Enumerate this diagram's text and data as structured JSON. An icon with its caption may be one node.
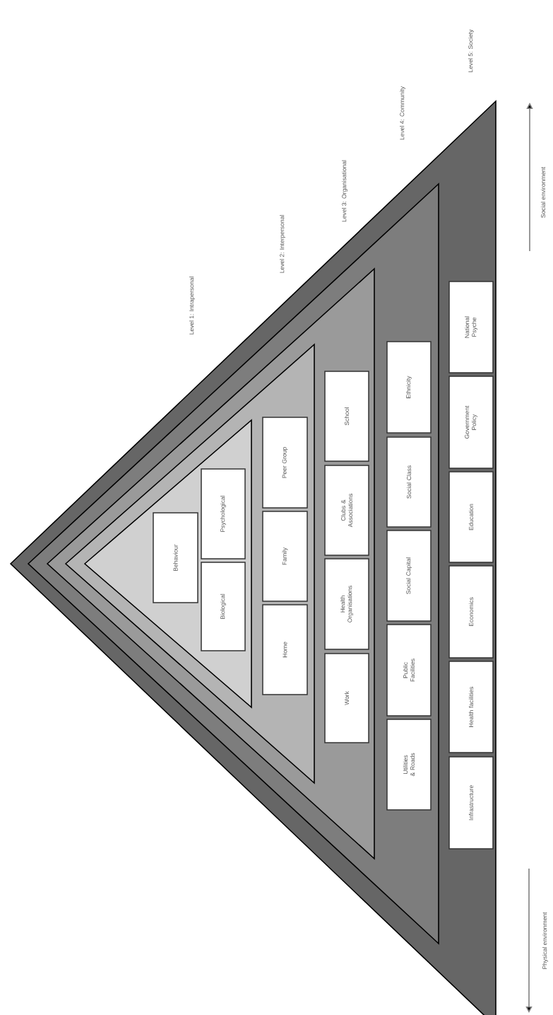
{
  "diagram": {
    "nodes": [
      {
        "text": [],
        "shape": "triangle"
      },
      {
        "text": [],
        "shape": "triangle",
        "in": 0
      },
      {
        "text": [],
        "shape": "triangle",
        "in": 1
      },
      {
        "text": [],
        "shape": "triangle",
        "in": 2
      },
      {
        "text": [],
        "shape": "triangle",
        "in": 3
      },
      {
        "text": [
          "Behaviour"
        ],
        "in": 4
      },
      {
        "text": [
          "Biological"
        ],
        "in": 4
      },
      {
        "text": [
          "Psychological"
        ],
        "in": 4
      },
      {
        "text": [
          "Home"
        ],
        "in": 3
      },
      {
        "text": [
          "Family"
        ],
        "in": 3
      },
      {
        "text": [
          "Peer Group"
        ],
        "in": 3
      },
      {
        "text": [
          "Work"
        ],
        "in": 2
      },
      {
        "text": [
          "Health Organisations"
        ],
        "in": 2
      },
      {
        "text": [
          "Clubs & Associations"
        ],
        "in": 2
      },
      {
        "text": [
          "School"
        ],
        "in": 2
      },
      {
        "text": [
          "Utilities & Roads"
        ],
        "in": 1
      },
      {
        "text": [
          "Public Facilities"
        ],
        "in": 1
      },
      {
        "text": [
          "Social Capital"
        ],
        "in": 1
      },
      {
        "text": [
          "Social Class"
        ],
        "in": 1
      },
      {
        "text": [
          "Ethnicity"
        ],
        "in": 1
      },
      {
        "text": [
          "Infrastructure"
        ],
        "in": 0
      },
      {
        "text": [
          "Health facilities"
        ],
        "in": 0
      },
      {
        "text": [
          "Economics"
        ],
        "in": 0
      },
      {
        "text": [
          "Education"
        ],
        "in": 0
      },
      {
        "text": [
          "Government Policy"
        ],
        "in": 0
      },
      {
        "text": [
          "National Psyche"
        ],
        "in": 0
      }
    ],
    "edges": [],
    "labels": [
      "Level 1: Intrapersonal",
      "Level 2: Interpersonal",
      "Level 3: Organisational",
      "Level 4: Community",
      "Level 5: Society",
      "Social environment",
      "Physical environment"
    ]
  }
}
